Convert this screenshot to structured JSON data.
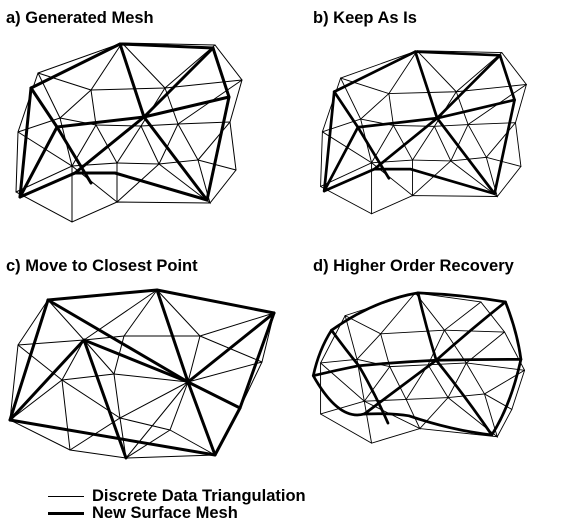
{
  "panels": [
    {
      "title": "a) Generated Mesh"
    },
    {
      "title": "b) Keep As Is"
    },
    {
      "title": "c) Move to Closest Point"
    },
    {
      "title": "d) Higher Order Recovery"
    }
  ],
  "legend": {
    "thin_label": "Discrete Data Triangulation",
    "thick_label": "New Surface Mesh"
  }
}
